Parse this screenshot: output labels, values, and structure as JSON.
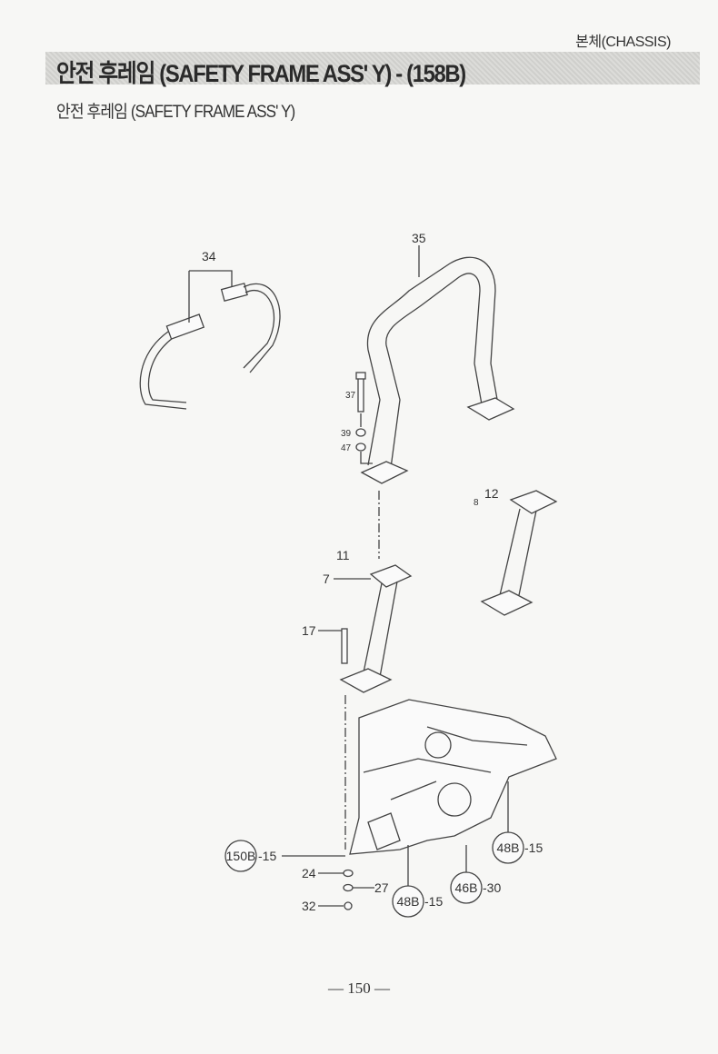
{
  "header": {
    "section": "본체(CHASSIS)",
    "title": "안전 후레임  (SAFETY FRAME ASS' Y) - (158B)",
    "subtitle": "안전 후레임 (SAFETY FRAME ASS' Y)"
  },
  "callouts": {
    "c34": "34",
    "c35": "35",
    "c37": "37",
    "c39": "39",
    "c47": "47",
    "c12": "12",
    "c8": "8",
    "c11": "11",
    "c7": "7",
    "c17": "17",
    "c24": "24",
    "c27": "27",
    "c32": "32"
  },
  "refs": [
    {
      "ref": "150B",
      "qty": "-15"
    },
    {
      "ref": "48B",
      "qty": "-15"
    },
    {
      "ref": "46B",
      "qty": "-30"
    },
    {
      "ref": "48B",
      "qty": "-15"
    }
  ],
  "footer": {
    "page": "— 150 —"
  }
}
